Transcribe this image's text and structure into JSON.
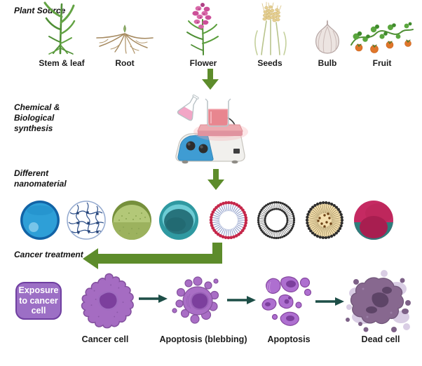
{
  "sections": {
    "plant_source": "Plant Source",
    "synthesis": "Chemical &\nBiological\nsynthesis",
    "nanomaterial": "Different\nnanomaterial",
    "treatment": "Cancer treatment"
  },
  "plants": [
    {
      "label": "Stem & leaf",
      "icon": "stem-leaf-icon"
    },
    {
      "label": "Root",
      "icon": "root-icon"
    },
    {
      "label": "Flower",
      "icon": "flower-icon"
    },
    {
      "label": "Seeds",
      "icon": "seeds-icon"
    },
    {
      "label": "Bulb",
      "icon": "garlic-bulb-icon"
    },
    {
      "label": "Fruit",
      "icon": "fruit-vine-icon"
    }
  ],
  "synthesis_equipment": [
    "erlenmeyer-flask-icon",
    "beaker-icon",
    "hotplate-stirrer-icon"
  ],
  "nanomaterials": [
    "solid-nanoparticle-icon",
    "polymer-network-icon",
    "solid-lipid-nanoparticle-icon",
    "lipid-carrier-icon",
    "liposome-icon",
    "bilayer-vesicle-icon",
    "micelle-icon",
    "janus-nanoparticle-icon"
  ],
  "exposure_box": {
    "label": "Exposure\nto cancer\ncell"
  },
  "treatment_stages": [
    {
      "label": "Cancer cell",
      "icon": "cancer-cell-icon"
    },
    {
      "label": "Apoptosis (blebbing)",
      "icon": "apoptosis-blebbing-icon"
    },
    {
      "label": "Apoptosis",
      "icon": "apoptosis-icon"
    },
    {
      "label": "Dead cell",
      "icon": "dead-cell-icon"
    }
  ],
  "colors": {
    "arrow_green": "#5d8c2b",
    "arrow_teal": "#1d4e47",
    "exposure_bg": "#9c6fc5",
    "exposure_border": "#6f3fa0",
    "cell_purple": "#a56cc2",
    "background": "#ffffff",
    "text": "#1c1c1c"
  }
}
